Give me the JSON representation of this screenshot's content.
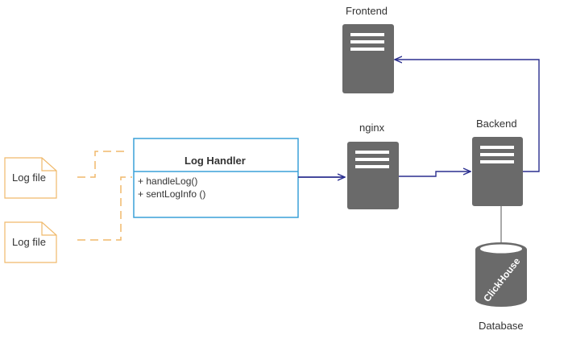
{
  "log_files": [
    {
      "label": "Log file"
    },
    {
      "label": "Log file"
    }
  ],
  "log_handler": {
    "title": "Log Handler",
    "methods": [
      "+ handleLog()",
      "+ sentLogInfo ()"
    ]
  },
  "servers": {
    "frontend": "Frontend",
    "nginx": "nginx",
    "backend": "Backend"
  },
  "database": {
    "label": "Database",
    "brand_text": "ClickHouse"
  },
  "colors": {
    "log_file": "#f0b96b",
    "dashed_connector": "#f0b96b",
    "handler_border": "#3aa0d8",
    "server": "#6a6a6a",
    "arrow": "#2b2f8f",
    "db_link": "#aaaaaa"
  }
}
